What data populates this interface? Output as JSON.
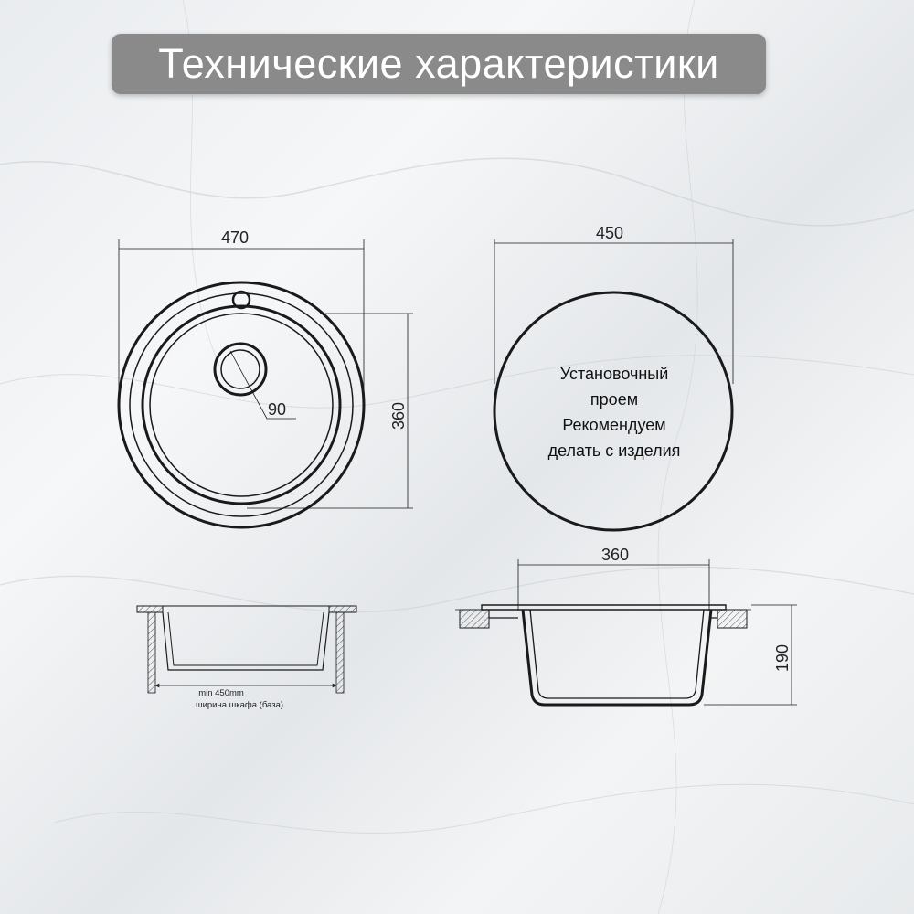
{
  "title": "Технические характеристики",
  "top_view": {
    "width_label": "470",
    "depth_label": "360",
    "drain_label": "90"
  },
  "cutout": {
    "width_label": "450",
    "lines": [
      "Установочный",
      "проем",
      "Рекомендуем",
      "делать с изделия"
    ]
  },
  "cabinet_section": {
    "min_label": "min 450mm",
    "cabinet_label": "ширина шкафа (база)"
  },
  "side_section": {
    "width_label": "360",
    "height_label": "190"
  },
  "colors": {
    "banner": "#8a8a8a",
    "line": "#1a1a1a",
    "hatch": "#555555"
  }
}
